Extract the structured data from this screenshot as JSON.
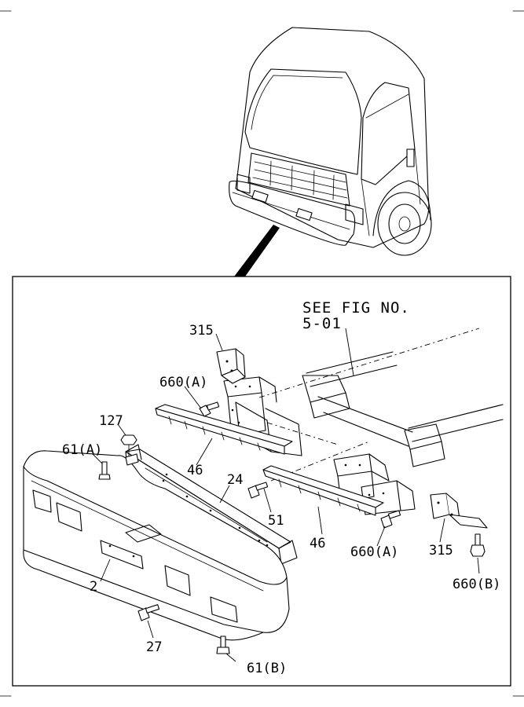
{
  "reference_note": {
    "line1": "SEE FIG NO.",
    "line2": "5-01"
  },
  "callouts": {
    "c315_top": "315",
    "c660a_top": "660(A)",
    "c127": "127",
    "c61a": "61(A)",
    "c46_left": "46",
    "c24": "24",
    "c51": "51",
    "c46_right": "46",
    "c660a_bottom": "660(A)",
    "c315_right": "315",
    "c660b": "660(B)",
    "c2": "2",
    "c27": "27",
    "c61b": "61(B)"
  }
}
